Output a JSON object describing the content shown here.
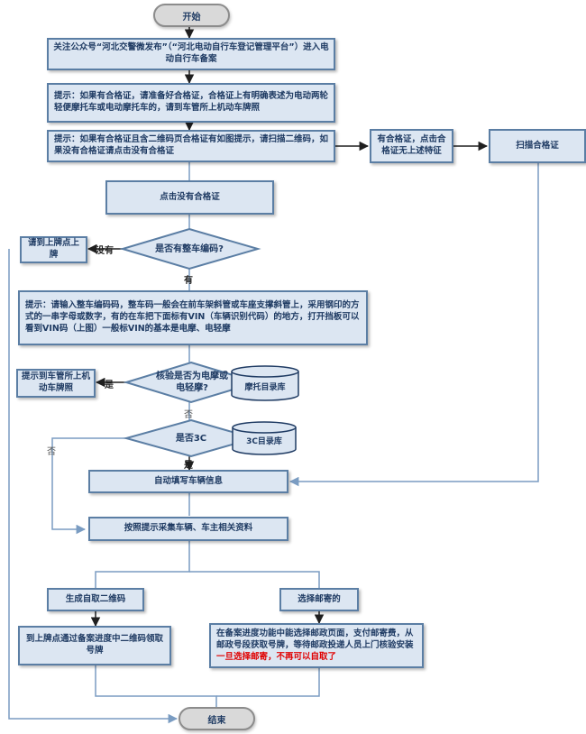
{
  "colors": {
    "box_fill": "#dce6f2",
    "box_border": "#5b7ea4",
    "text": "#1f3b63",
    "terminator_fill": "#d9d9d9",
    "warning": "#e00000"
  },
  "nodes": {
    "start": "开始",
    "follow_account": "关注公众号“河北交警微发布”（“河北电动自行车登记管理平台”）进入电动自行车备案",
    "hint_certificate": "提示：如果有合格证，请准备好合格证，合格证上有明确表述为电动两轮轻便摩托车或电动摩托车的，请到车管所上机动车牌照",
    "hint_qrcode": "提示：如果有合格证且含二维码页合格证有如图提示，请扫描二维码，如果没有合格证请点击没有合格证",
    "has_cert_click": "有合格证，点击合格证无上述特征",
    "scan_cert": "扫描合格证",
    "click_no_cert": "点击没有合格证",
    "has_vehicle_code": "是否有整车编码?",
    "go_plate_point": "请到上牌点上牌",
    "hint_vin": "提示：请输入整车编码码，整车码一般会在前车架斜管或车座支撑斜管上，采用钢印的方式的一串字母或数字，有的在车把下面标有VIN（车辆识别代码）的地方，打开挡板可以看到VIN码（上图）一般标VIN的基本是电摩、电轻摩",
    "check_motor": "核验是否为电摩或电轻摩?",
    "motor_db": "摩托目录库",
    "go_dmv": "提示到车管所上机动车牌照",
    "is_3c": "是否3C",
    "db_3c": "3C目录库",
    "autofill": "自动填写车辆信息",
    "collect_info": "按照提示采集车辆、车主相关资料",
    "gen_qr": "生成自取二维码",
    "choose_mail": "选择邮寄的",
    "pickup": "到上牌点通过备案进度中二维码领取号牌",
    "mail_detail": "在备案进度功能中能选择邮政页面，支付邮寄费，从邮政号段获取号牌，等待邮政投递人员上门核验安装",
    "mail_warning": "一旦选择邮寄，不再可以自取了",
    "end": "结束"
  },
  "edge_labels": {
    "no_code": "没有",
    "yes_code": "有",
    "motor_yes": "是",
    "motor_no": "否",
    "c3_yes": "是",
    "c3_no": "否"
  }
}
